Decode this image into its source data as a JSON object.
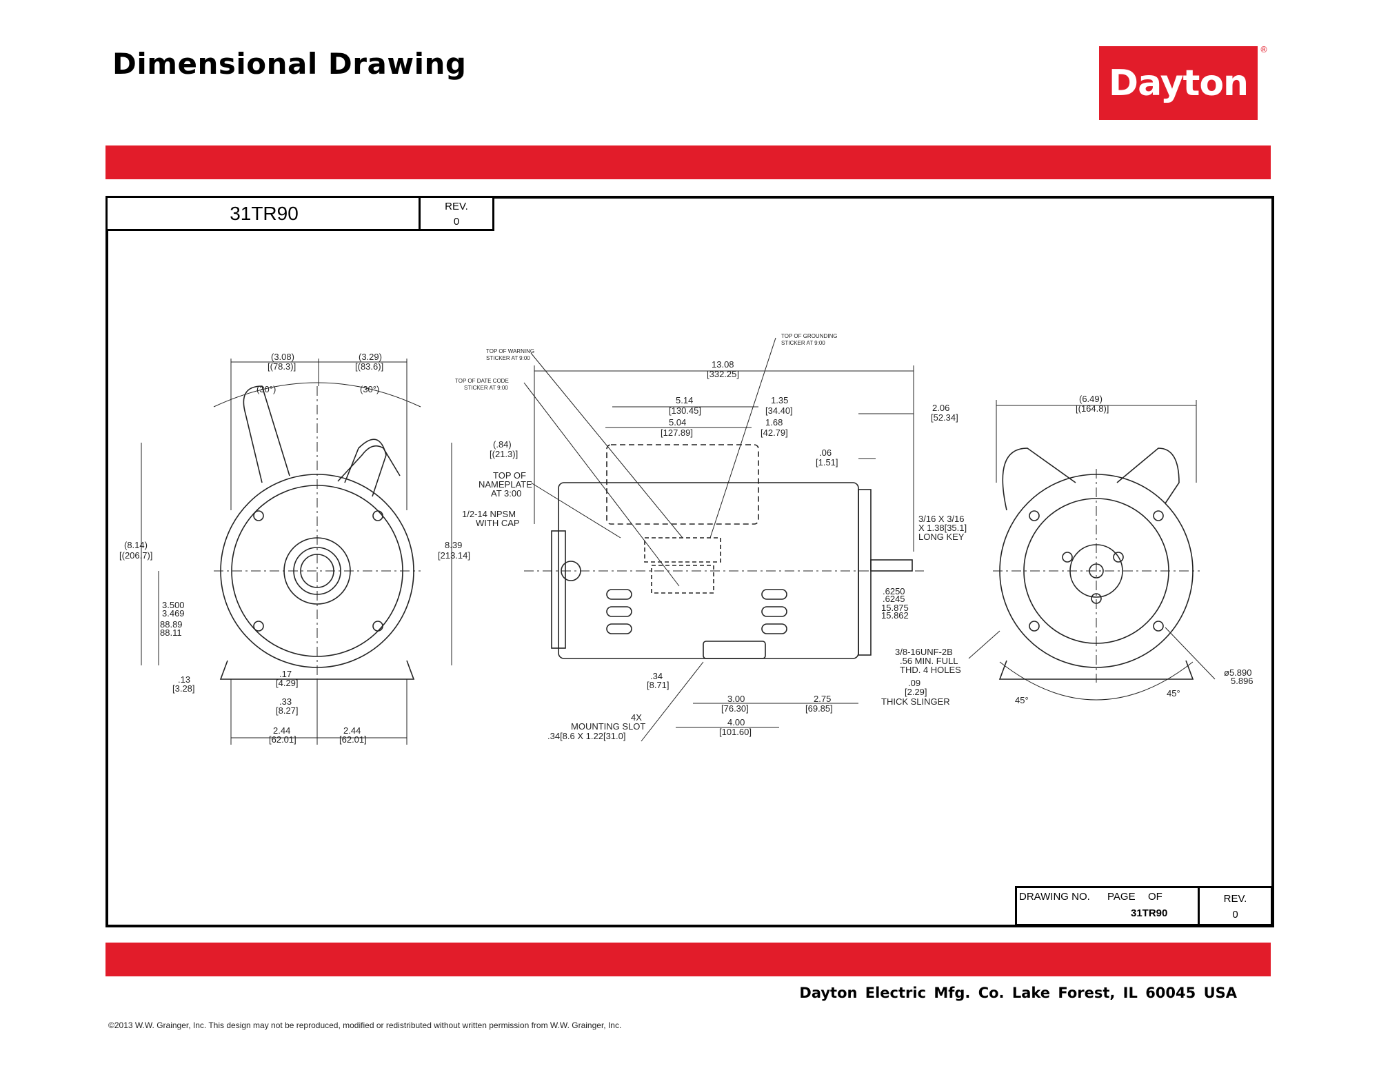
{
  "header": {
    "title": "Dimensional Drawing",
    "brand": "Dayton",
    "brand_mark": "®"
  },
  "colors": {
    "accent": "#e21c2a",
    "line": "#000000"
  },
  "part_box": {
    "part_number": "31TR90",
    "rev_label": "REV.",
    "rev_value": "0"
  },
  "title_block": {
    "drawing_no_label": "DRAWING NO.",
    "page_label": "PAGE",
    "of_label": "OF",
    "drawing_no": "31TR90",
    "rev_label": "REV.",
    "rev_value": "0"
  },
  "footer": {
    "company": "Dayton Electric Mfg. Co.  Lake Forest, IL  60045  USA",
    "copyright": "©2013 W.W. Grainger, Inc.   This design may not be reproduced, modified or redistributed without written permission from W.W. Grainger, Inc."
  },
  "dims": {
    "front_top_left": [
      "(3.08)",
      "[(78.3)]"
    ],
    "front_top_right": [
      "(3.29)",
      "[(83.6)]"
    ],
    "front_angle_left": "(30°)",
    "front_angle_right": "(30°)",
    "front_height_left": [
      "(8.14)",
      "[(206.7)]"
    ],
    "front_height_right": [
      "8.39",
      "[213.14]"
    ],
    "shaft_center": [
      "3.500",
      "3.469",
      "88.89",
      "88.11"
    ],
    "base_thk": [
      ".13",
      "[3.28]"
    ],
    "foot_a": [
      ".17",
      "[4.29]"
    ],
    "foot_b": [
      ".33",
      "[8.27]"
    ],
    "foot_left": [
      "2.44",
      "[62.01]"
    ],
    "foot_right": [
      "2.44",
      "[62.01]"
    ],
    "overall_len": [
      "13.08",
      "[332.25]"
    ],
    "box_len_a": [
      "5.14",
      "[130.45]"
    ],
    "box_len_b": [
      "5.04",
      "[127.89]"
    ],
    "box_off_a": [
      "1.35",
      "[34.40]"
    ],
    "box_off_b": [
      "1.68",
      "[42.79]"
    ],
    "shaft_ext": [
      "2.06",
      "[52.34]"
    ],
    "cap_off": [
      ".06",
      "[1.51]"
    ],
    "nameplate_off": [
      "(.84)",
      "[(21.3)]"
    ],
    "key": [
      "3/16 X 3/16",
      "X 1.38[35.1]",
      "LONG KEY"
    ],
    "shaft_dia": [
      ".6250",
      ".6245",
      "15.875",
      "15.862"
    ],
    "mount_a": [
      ".34",
      "[8.71]"
    ],
    "mount_b": [
      "3.00",
      "[76.30]"
    ],
    "mount_c": [
      "4.00",
      "[101.60]"
    ],
    "mount_d": [
      "2.75",
      "[69.85]"
    ],
    "slot": [
      "4X",
      "MOUNTING SLOT",
      ".34[8.6 X 1.22[31.0]"
    ],
    "slinger": [
      ".09",
      "[2.29]",
      "THICK SLINGER"
    ],
    "rear_width": [
      "(6.49)",
      "[(164.8)]"
    ],
    "thread": [
      "3/8-16UNF-2B",
      ".56 MIN. FULL",
      "THD. 4 HOLES"
    ],
    "bolt_circle": [
      "ø5.890",
      "5.896"
    ],
    "rear_angle_left": "45°",
    "rear_angle_right": "45°"
  },
  "notes": {
    "warning": [
      "TOP OF WARNING",
      "STICKER AT 9:00"
    ],
    "grounding": [
      "TOP OF GROUNDING",
      "STICKER AT 9:00"
    ],
    "date_code": [
      "TOP OF DATE CODE",
      "STICKER AT 9:00"
    ],
    "nameplate": [
      "TOP OF",
      "NAMEPLATE",
      "AT 3:00"
    ],
    "npsm": [
      "1/2-14 NPSM",
      "WITH CAP"
    ]
  }
}
